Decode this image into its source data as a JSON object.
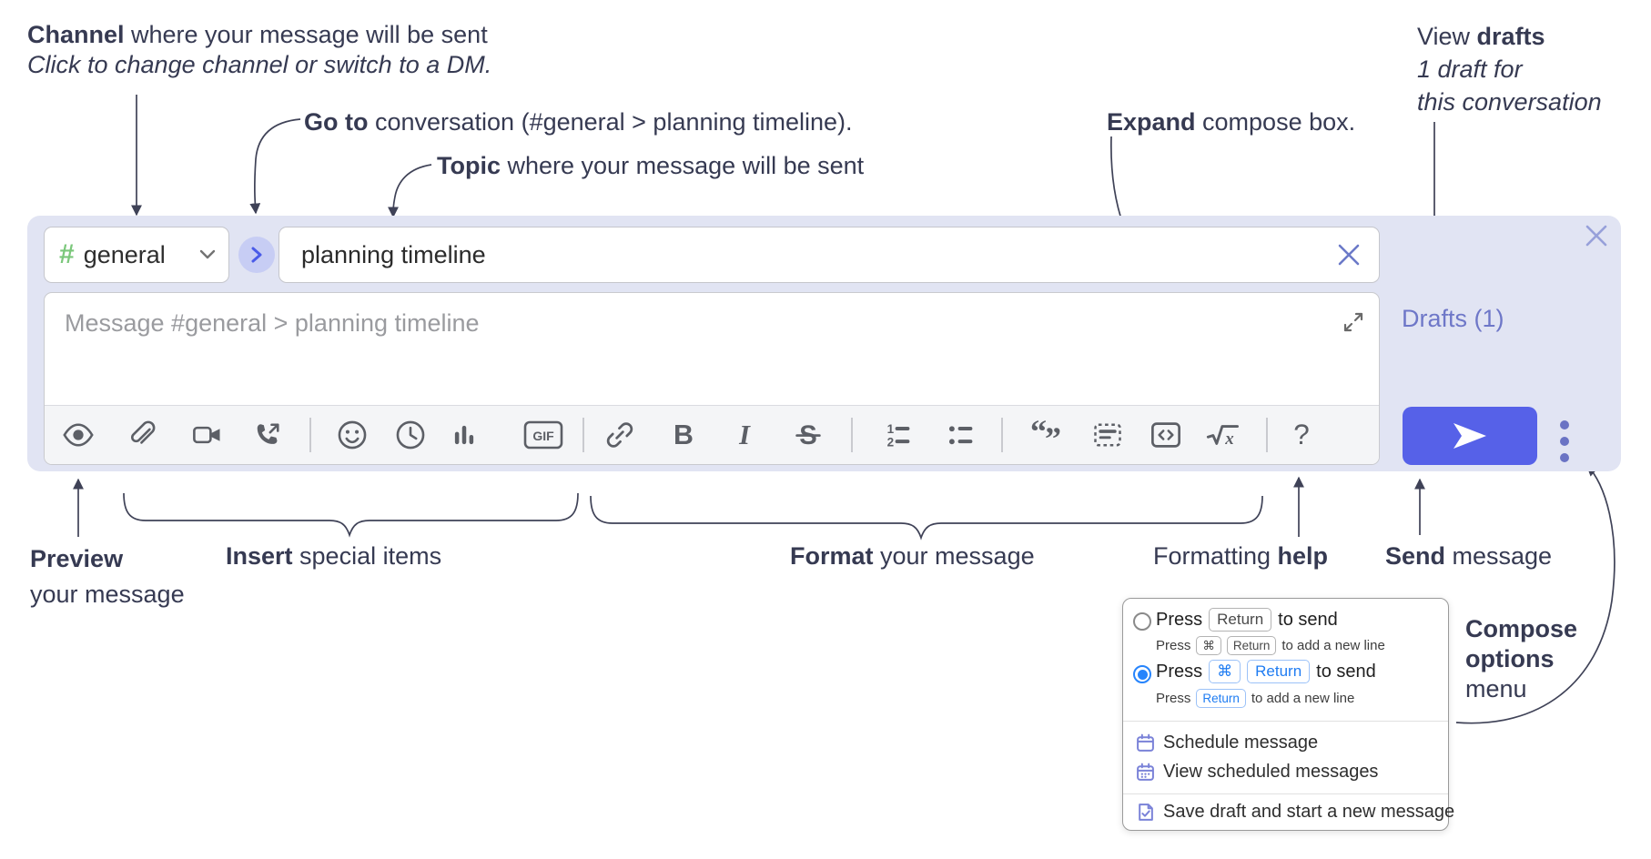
{
  "annotations": {
    "channel": {
      "bold": "Channel",
      "rest": " where your message will be sent",
      "line2": "Click to change channel or switch to a DM."
    },
    "goto": {
      "bold": "Go to",
      "rest": " conversation (#general > planning timeline)."
    },
    "topic": {
      "bold": "Topic",
      "rest": " where your message will be sent"
    },
    "expand": {
      "bold": "Expand",
      "rest": " compose box."
    },
    "view_drafts": {
      "pre": "View ",
      "bold": "drafts",
      "line2": "1 draft for",
      "line3": "this conversation"
    },
    "preview": {
      "bold": "Preview",
      "line2": "your message"
    },
    "insert": {
      "bold": "Insert",
      "rest": " special items"
    },
    "format": {
      "bold": "Format",
      "rest": " your message"
    },
    "formatting_help": {
      "pre": "Formatting ",
      "bold": "help"
    },
    "send": {
      "bold": "Send",
      "rest": " message"
    },
    "compose_options": {
      "line1": "Compose",
      "line2": "options",
      "line3": "menu"
    }
  },
  "compose": {
    "channel_hash": "#",
    "channel_name": "general",
    "topic_value": "planning timeline",
    "message_placeholder": "Message #general > planning timeline",
    "drafts_link": "Drafts (1)",
    "toolbar_labels": {
      "bold": "B",
      "italic": "I",
      "strike": "S",
      "gif": "GIF",
      "help": "?",
      "ol1": "1",
      "ol2": "2",
      "quote_open": "“",
      "quote_close": "”",
      "math_x": "x"
    },
    "toolbar_icons": [
      "preview",
      "attach-file",
      "video-call",
      "voice-call",
      "emoji",
      "time",
      "poll",
      "gif",
      "link",
      "bold",
      "italic",
      "strikethrough",
      "numbered-list",
      "bulleted-list",
      "quote",
      "spoiler",
      "code",
      "math",
      "help"
    ]
  },
  "popup": {
    "options": [
      {
        "press": "Press",
        "kbd1": "Return",
        "suffix": "to send",
        "sub_press": "Press",
        "sub_kbd1": "⌘",
        "sub_kbd2": "Return",
        "sub_suffix": "to add a new line",
        "selected": false
      },
      {
        "press": "Press",
        "kbd1": "⌘",
        "kbd2": "Return",
        "suffix": "to send",
        "sub_press": "Press",
        "sub_kbd1": "Return",
        "sub_suffix": "to add a new line",
        "selected": true
      }
    ],
    "items": [
      {
        "label": "Schedule message"
      },
      {
        "label": "View scheduled messages"
      },
      {
        "label": "Save draft and start a new message"
      }
    ]
  },
  "colors": {
    "compose_bg": "#e1e4f3",
    "send_button": "#5661e8",
    "accent_purple": "#6e77c8",
    "radio_selected": "#2684fc",
    "channel_hash_green": "#7bc77b",
    "kbd_blue": "#1f7cf2",
    "annotation_text": "#363a52"
  }
}
